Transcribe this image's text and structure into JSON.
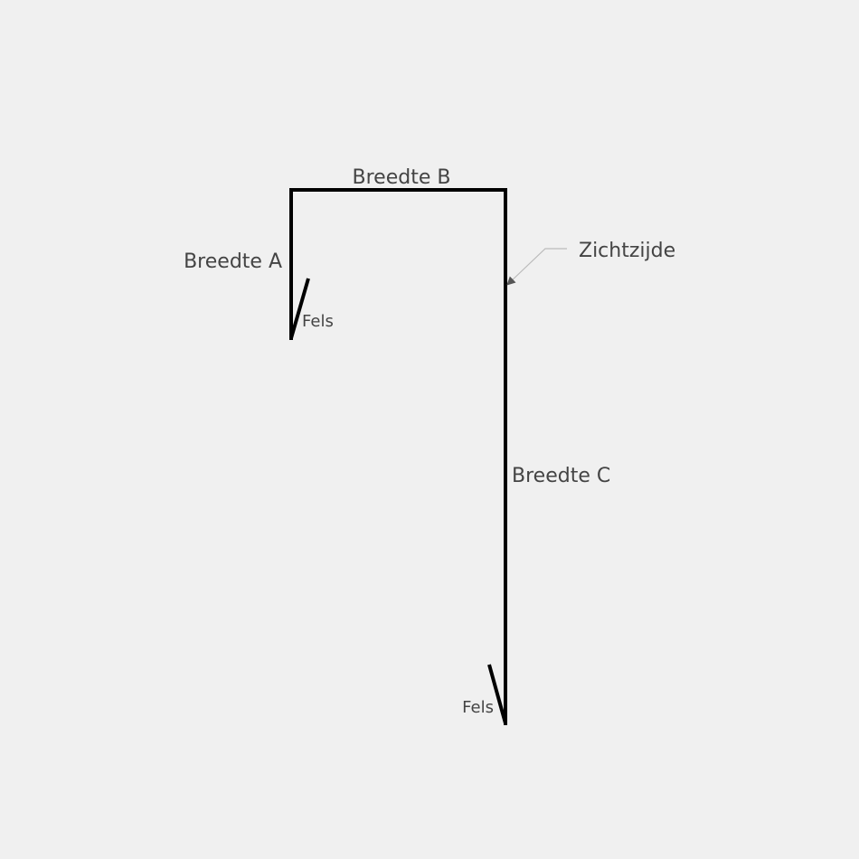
{
  "labels": {
    "width_a": "Breedte A",
    "width_b": "Breedte B",
    "width_c": "Breedte C",
    "visible_side": "Zichtzijde",
    "hem_left": "Fels",
    "hem_right": "Fels"
  },
  "colors": {
    "profile": "#000000",
    "text": "#444444",
    "leader": "#bbbbbb",
    "background": "#f0f0f0"
  }
}
